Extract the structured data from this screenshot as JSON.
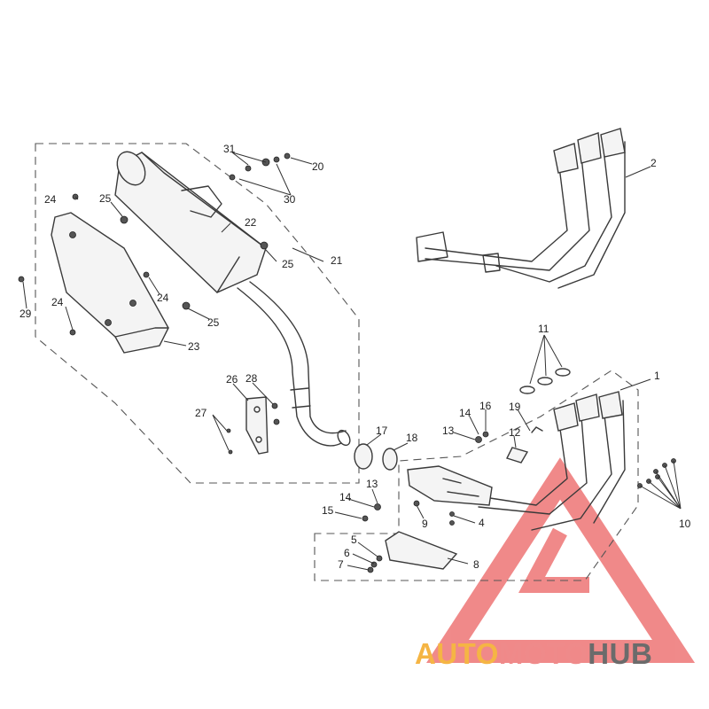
{
  "callouts": {
    "c1": "1",
    "c2": "2",
    "c4": "4",
    "c5": "5",
    "c6": "6",
    "c7": "7",
    "c8": "8",
    "c9": "9",
    "c10": "10",
    "c11": "11",
    "c12": "12",
    "c13a": "13",
    "c13b": "13",
    "c14a": "14",
    "c14b": "14",
    "c15": "15",
    "c16": "16",
    "c17": "17",
    "c18": "18",
    "c19": "19",
    "c20": "20",
    "c21": "21",
    "c22": "22",
    "c23": "23",
    "c24a": "24",
    "c24b": "24",
    "c24c": "24",
    "c25a": "25",
    "c25b": "25",
    "c25c": "25",
    "c26": "26",
    "c27": "27",
    "c28": "28",
    "c29": "29",
    "c30": "30",
    "c31": "31"
  },
  "watermark": {
    "part1": "AUTO",
    "part2": "MOTO",
    "part3": "HUB",
    "color1": "#f5b544",
    "color2": "#ef8a8a",
    "color3": "#6b6b6b",
    "logo_color": "#ea5858"
  }
}
